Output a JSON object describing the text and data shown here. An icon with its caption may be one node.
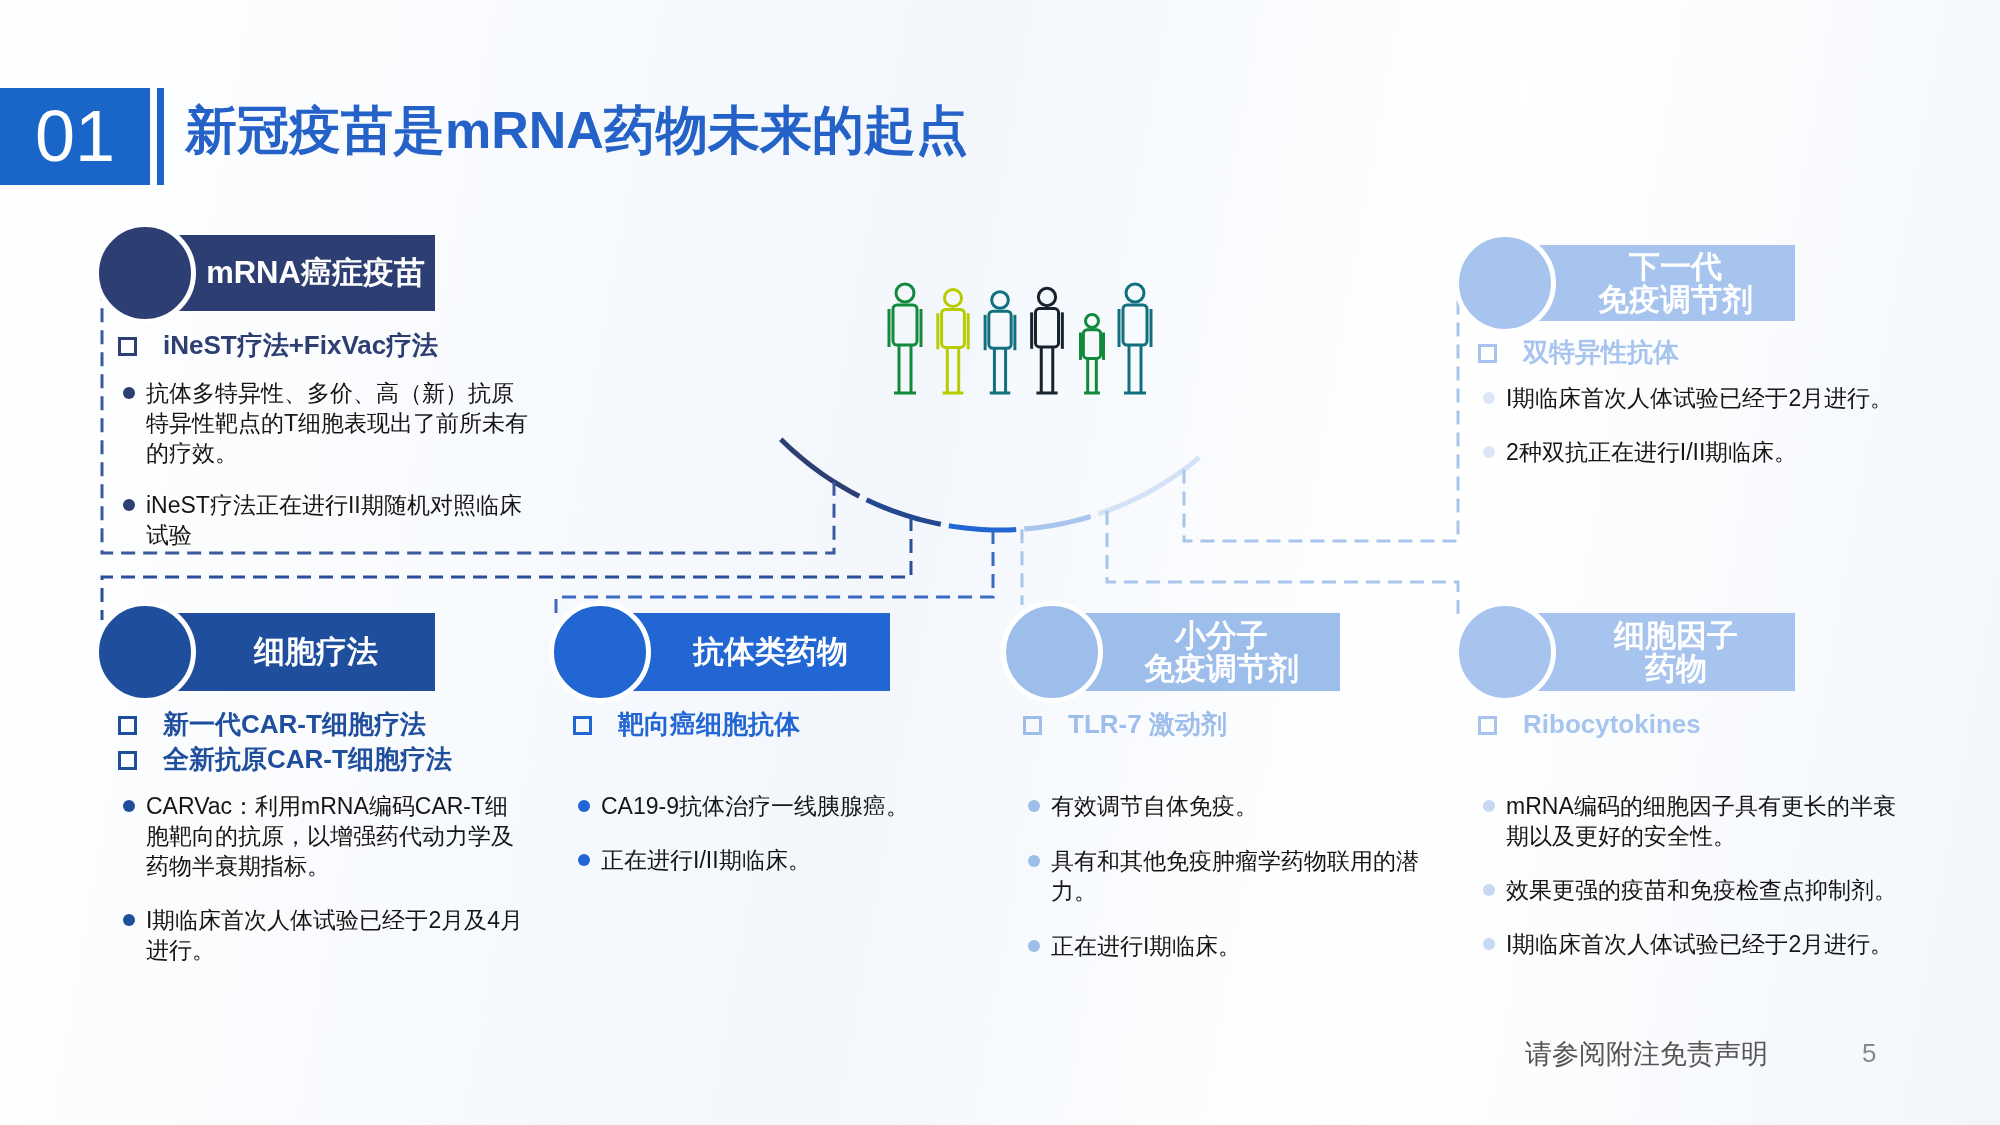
{
  "diagram": {
    "title": "新冠疫苗是mRNA药物未来的起点",
    "nodes": [
      {
        "text": [
          "01"
        ]
      },
      {
        "text": [
          "mRNA癌症疫苗",
          "iNeST疗法+FixVac疗法",
          "抗体多特异性、多价、高（新）抗原特异性靶点的T细胞表现出了前所未有的疗效。",
          "iNeST疗法正在进行II期随机对照临床试验"
        ]
      },
      {
        "text": [],
        "shape": "picture"
      },
      {
        "text": [],
        "shape": "arc"
      },
      {
        "text": [
          "下一代免疫调节剂",
          "双特异性抗体",
          "I期临床首次人体试验已经于2月进行。",
          "2种双抗正在进行I/II期临床。"
        ]
      },
      {
        "text": [
          "细胞疗法",
          "新一代CAR-T细胞疗法",
          "全新抗原CAR-T细胞疗法",
          "CARVac：利用mRNA编码CAR-T细胞靶向的抗原，以增强药代动力学及药物半衰期指标。",
          "I期临床首次人体试验已经于2月及4月进行。"
        ]
      },
      {
        "text": [
          "抗体类药物",
          "靶向癌细胞抗体",
          "CA19-9抗体治疗一线胰腺癌。",
          "正在进行I/II期临床。"
        ]
      },
      {
        "text": [
          "小分子免疫调节剂",
          "TLR-7 激动剂",
          "有效调节自体免疫。",
          "具有和其他免疫肿瘤学药物联用的潜力。",
          "正在进行I期临床。"
        ]
      },
      {
        "text": [
          "细胞因子药物",
          "Ribocytokines",
          "mRNA编码的细胞因子具有更长的半衰期以及更好的安全性。",
          "效果更强的疫苗和免疫检查点抑制剂。",
          "I期临床首次人体试验已经于2月进行。"
        ]
      }
    ],
    "edges": [
      {
        "from": 3,
        "to": 1,
        "arrow": "none",
        "style": "dashed",
        "color": "#3b5a9e"
      },
      {
        "from": 3,
        "to": 4,
        "arrow": "none",
        "style": "dashed",
        "color": "#a9c5ee"
      },
      {
        "from": 3,
        "to": 5,
        "arrow": "none",
        "style": "dashed",
        "color": "#2a4f9a"
      },
      {
        "from": 3,
        "to": 6,
        "arrow": "none",
        "style": "dashed",
        "color": "#3b6bc0"
      },
      {
        "from": 3,
        "to": 7,
        "arrow": "none",
        "style": "dashed",
        "color": "#a9c5ee"
      },
      {
        "from": 3,
        "to": 8,
        "arrow": "none",
        "style": "dashed",
        "color": "#a9c5ee"
      }
    ],
    "labels": [
      "请参阅附注免责声明",
      "5"
    ]
  }
}
